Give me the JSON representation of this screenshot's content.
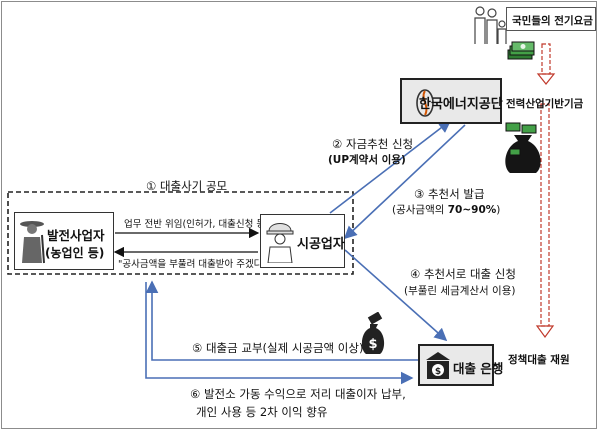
{
  "nodes": {
    "generator": {
      "line1": "발전사업자",
      "line2": "(농업인 등)",
      "icon": "farmer-icon"
    },
    "contractor": {
      "label": "시공업자",
      "icon": "construction-worker-icon"
    },
    "agency": {
      "label": "한국에너지공단",
      "icon": "energy-agency-logo-icon"
    },
    "bank": {
      "label": "대출 은행",
      "icon": "bank-building-icon"
    }
  },
  "funding": {
    "citizens_fee": "국민들의 전기요금",
    "power_fund": "전력산업기반기금",
    "policy_loan": "정책대출 재원"
  },
  "steps": {
    "s1": "① 대출사기 공모",
    "s1_top": "업무 전반 위임(인허가, 대출신청 등)",
    "s1_bottom": "\"공사금액을 부풀려 대출받아 주겠다\"",
    "s2_line1": "② 자금추천 신청",
    "s2_line2": "(UP계약서 이용)",
    "s3_line1": "③ 추천서 발급",
    "s3_line2_prefix": "(공사금액의 ",
    "s3_line2_bold": "70~90%",
    "s3_line2_suffix": ")",
    "s4_line1": "④ 추천서로 대출 신청",
    "s4_line2": "(부풀린 세금계산서 이용)",
    "s5": "⑤ 대출금 교부(실제 시공금액 이상)",
    "s6_line1": "⑥ 발전소 가동 수익으로 저리 대출이자 납부,",
    "s6_line2": "개인 사용 등 2차 이익 향유"
  },
  "icons": [
    "people-family-icon",
    "money-stack-icon",
    "money-bag-icon",
    "dollar-bag-icon"
  ],
  "colors": {
    "flow_arrow": "#4a6fb5",
    "fund_arrow": "#c0392b",
    "box_border": "#222222"
  }
}
